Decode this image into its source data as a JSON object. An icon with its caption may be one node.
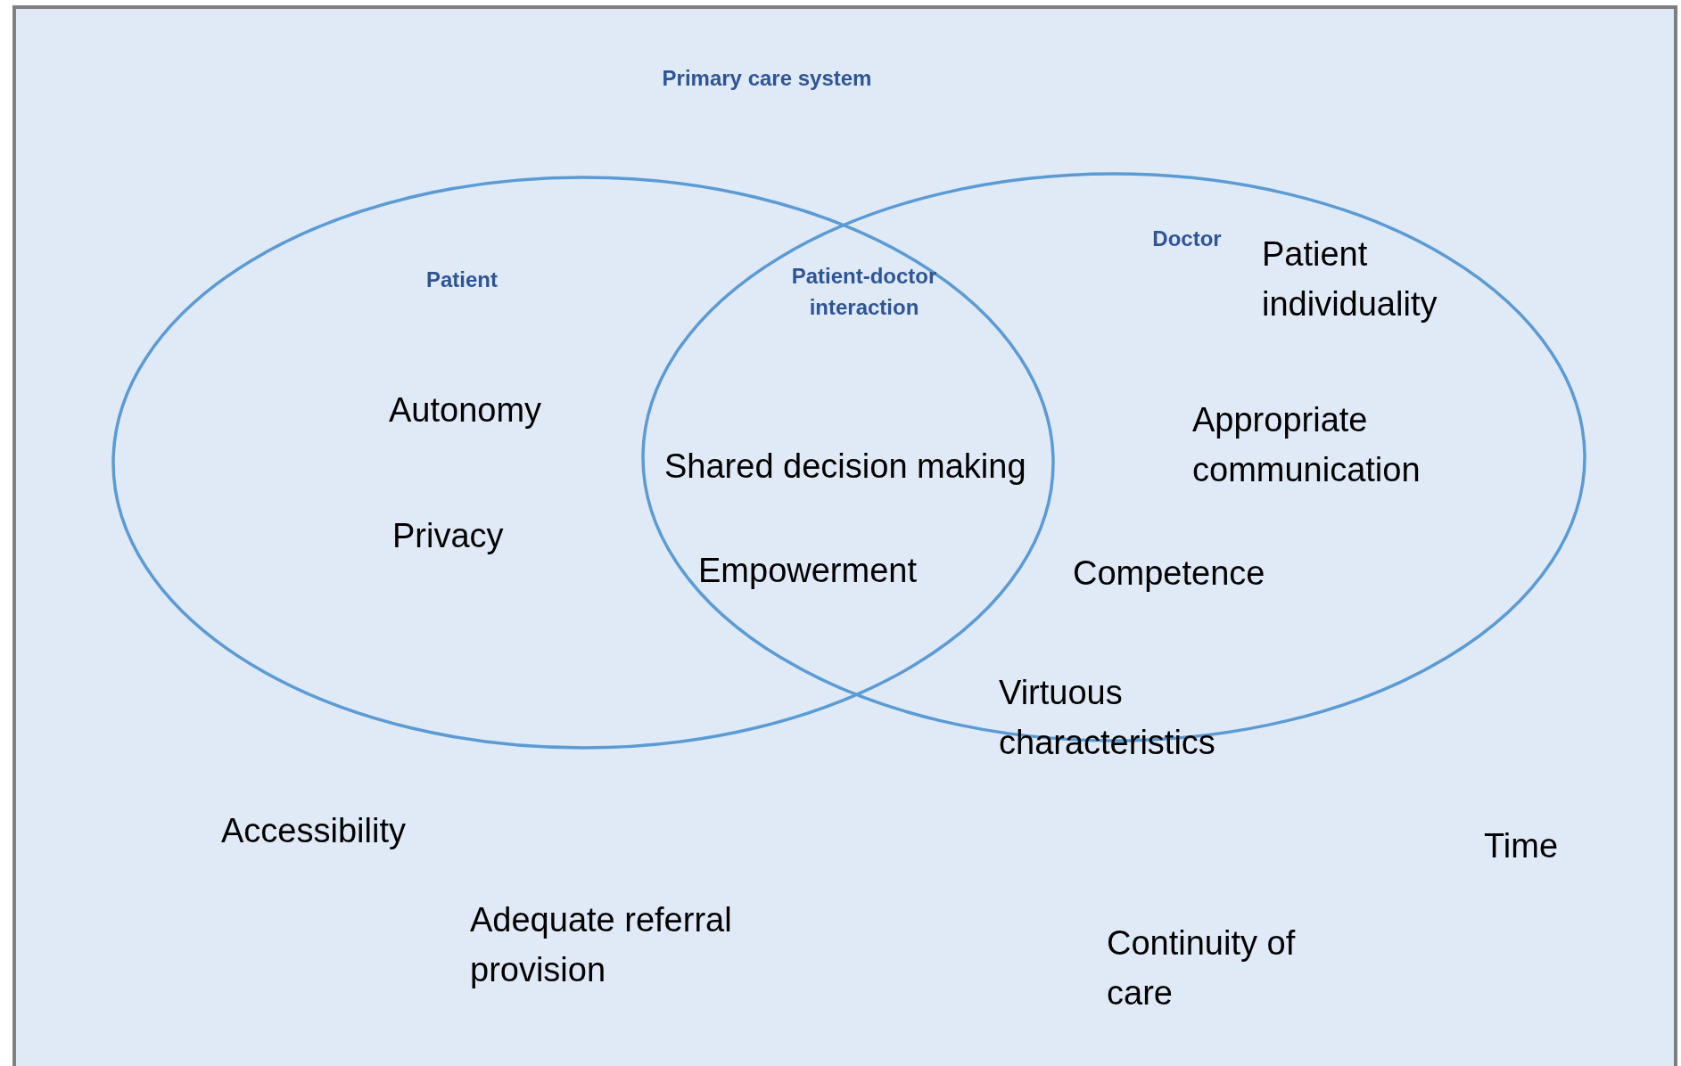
{
  "diagram": {
    "nodes": [
      {
        "text": [
          "Primary care system"
        ]
      },
      {
        "text": [
          "Patient"
        ],
        "in": 0
      },
      {
        "text": [
          "Doctor"
        ],
        "in": 0
      }
    ],
    "labels": [
      "Patient-doctor interaction",
      "Patient individuality",
      "Autonomy",
      "Appropriate communication",
      "Shared decision making",
      "Privacy",
      "Empowerment",
      "Competence",
      "Virtuous characteristics",
      "Accessibility",
      "Time",
      "Adequate referral provision",
      "Continuity of care"
    ]
  }
}
